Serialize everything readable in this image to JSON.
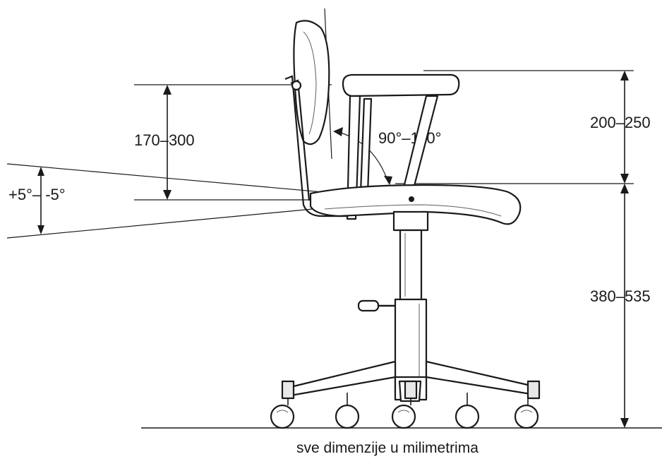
{
  "diagram": {
    "labels": {
      "backrest_height": "170–300",
      "seat_tilt": "+5°– -5°",
      "back_angle": "90°–110°",
      "armrest_height": "200–250",
      "seat_height": "380–535"
    },
    "caption": "sve dimenzije u milimetrima"
  }
}
